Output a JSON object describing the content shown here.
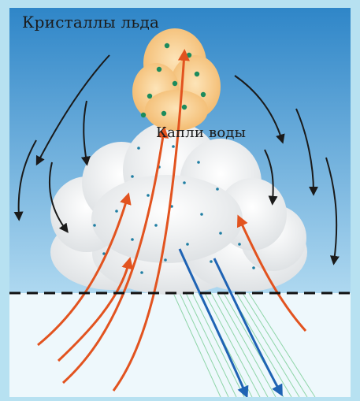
{
  "labels": {
    "ice_crystals": "Кристаллы льда",
    "water_drops": "Капли воды"
  },
  "colors": {
    "frame": "#b7e1f1",
    "sky_top": "#2f86c8",
    "sky_bottom": "#aed8f0",
    "ground": "#eef8fc",
    "updraft": "#e2531f",
    "downdraft": "#1f63b4",
    "side_flow": "#1a1a1a",
    "rain": "#7fcf9a",
    "cloud": "#f2f2f2",
    "cloud_top": "#f2b86b",
    "ice_dot": "#1c8b5c",
    "drop_dot": "#1f7ea3",
    "boundary_line": "#111111"
  },
  "icons": {
    "updraft": "arrow-up-orange",
    "downdraft": "arrow-down-blue",
    "circulation": "arrow-curved-black"
  }
}
